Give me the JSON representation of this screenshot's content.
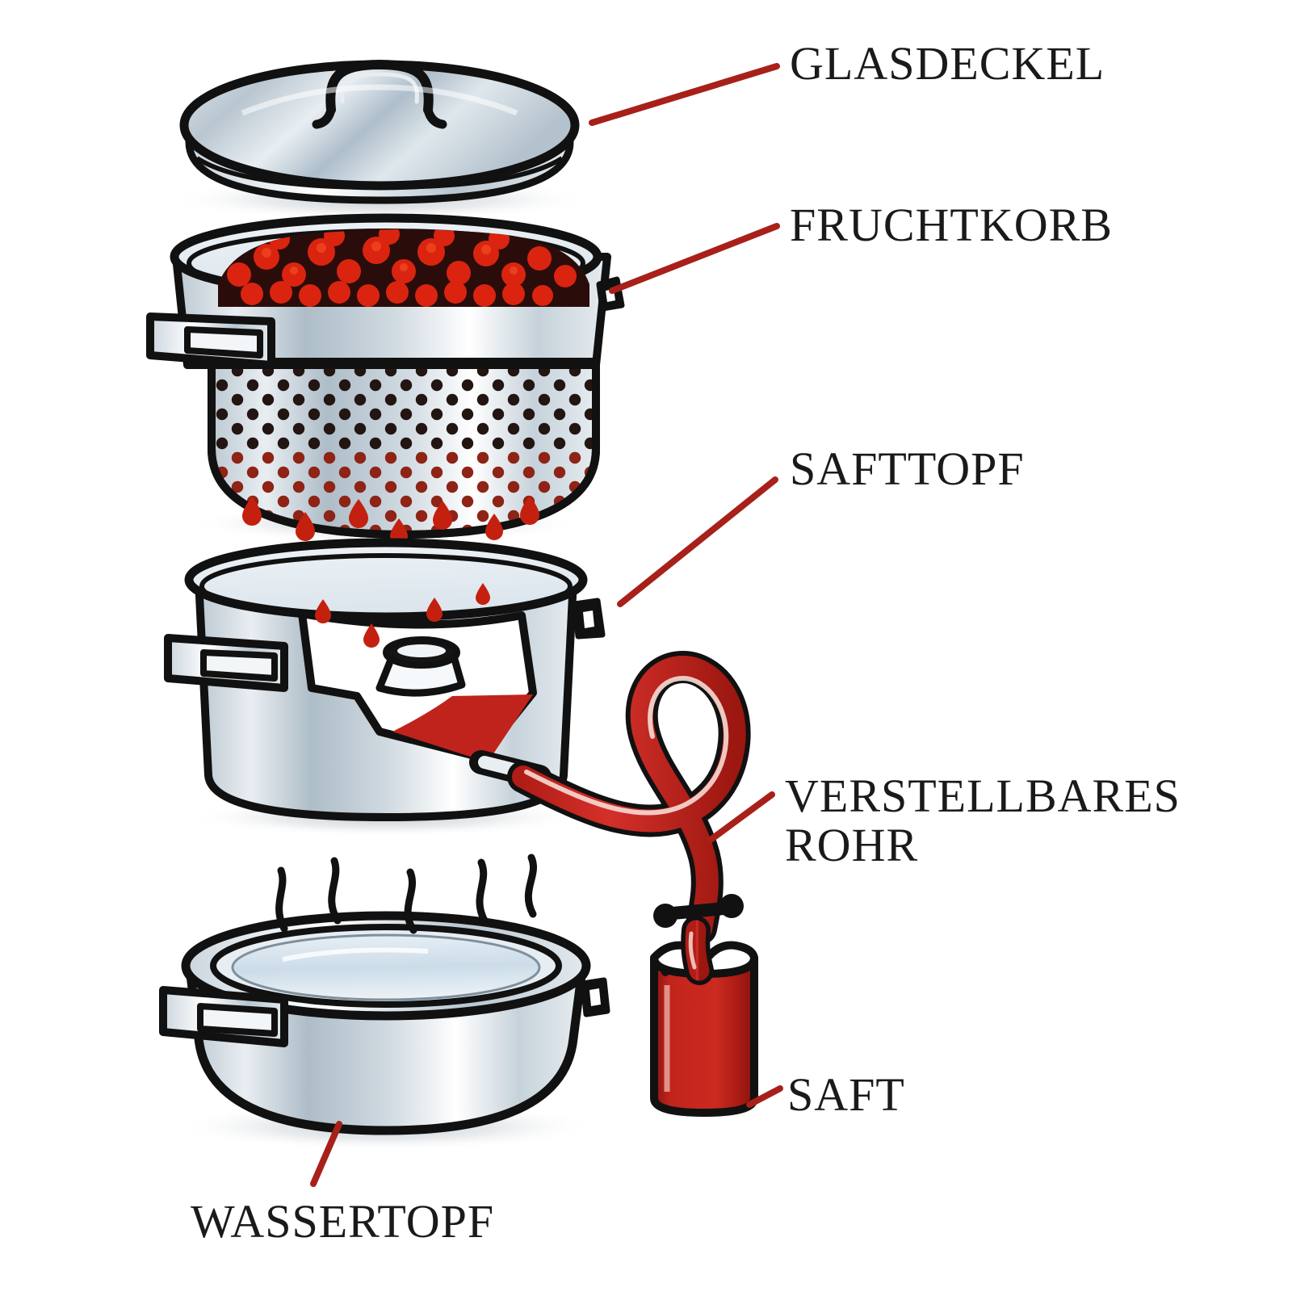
{
  "diagram": {
    "title": "Entsafter Explosionszeichnung",
    "background_color": "#ffffff",
    "line_color": "#A8201A",
    "text_color": "#1a1a1a",
    "metal_light": "#ffffff",
    "metal_mid": "#c2ced6",
    "metal_dark": "#9fb0bb",
    "juice_red": "#C0231C",
    "berry_red": "#D81E0B",
    "outline": "#111111"
  },
  "labels": {
    "lid": "GLASDECKEL",
    "fruit_basket": "FRUCHTKORB",
    "juice_pot": "SAFTTOPF",
    "adjustable_tube": "VERSTELLBARES\nROHR",
    "juice": "SAFT",
    "water_pot": "WASSERTOPF"
  },
  "parts": [
    {
      "id": "lid",
      "name": "GLASDECKEL",
      "description": "Flacher Glasdeckel mit Bügelgriff"
    },
    {
      "id": "fruit_basket",
      "name": "FRUCHTKORB",
      "description": "Gelochter Fruchtkorb gefüllt mit roten Beeren"
    },
    {
      "id": "juice_pot",
      "name": "SAFTTOPF",
      "description": "Safttopf mit Mittelkonus und Saftablauf"
    },
    {
      "id": "adjustable_tube",
      "name": "VERSTELLBARES ROHR",
      "description": "Roter Schlauch mit Klemme und Schlaufe"
    },
    {
      "id": "juice",
      "name": "SAFT",
      "description": "Gefäß mit rotem Saft"
    },
    {
      "id": "water_pot",
      "name": "WASSERTOPF",
      "description": "Wassertopf mit Wasser und aufsteigendem Dampf"
    }
  ]
}
